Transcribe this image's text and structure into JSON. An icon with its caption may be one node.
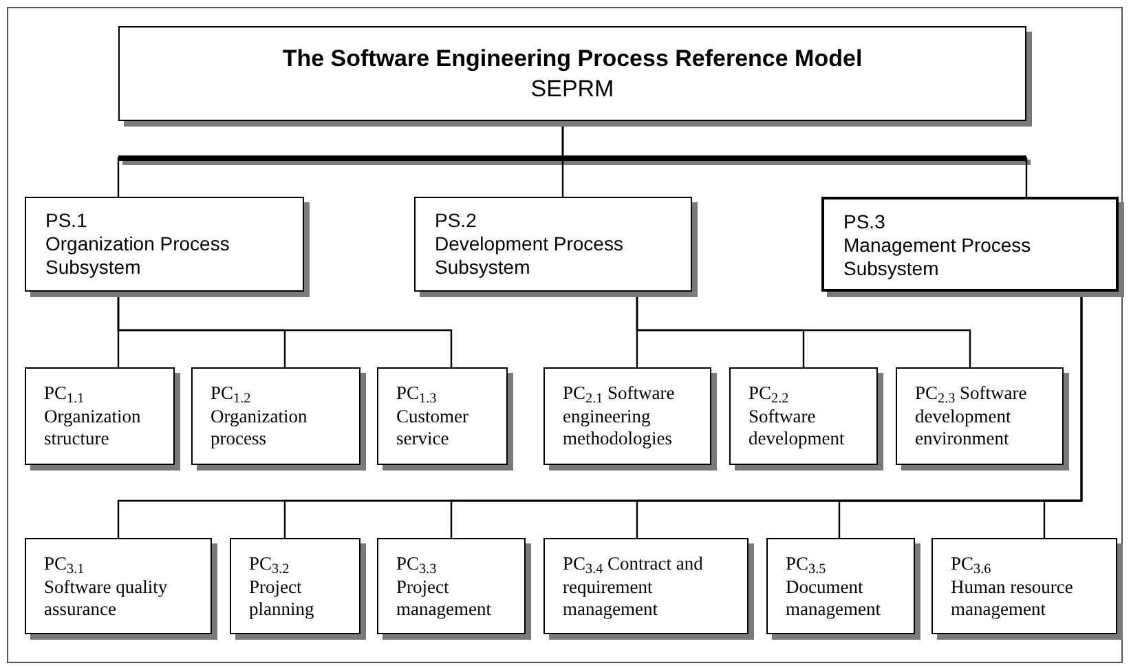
{
  "diagram": {
    "nodes": [
      {
        "text": [
          "The Software Engineering Process Reference Model",
          "SEPRM"
        ]
      },
      {
        "text": [
          "PS.1",
          "Organization Process Subsystem"
        ]
      },
      {
        "text": [
          "PS.2",
          "Development Process Subsystem"
        ]
      },
      {
        "text": [
          "PS.3",
          "Management Process Subsystem"
        ]
      },
      {
        "text": [
          "PC$_{1.1}$",
          "Organization structure"
        ]
      },
      {
        "text": [
          "PC$_{1.2}$",
          "Organization process"
        ]
      },
      {
        "text": [
          "PC$_{1.3}$",
          "Customer service"
        ]
      },
      {
        "text": [
          "PC$_{2.1}$ Software engineering methodologies"
        ]
      },
      {
        "text": [
          "PC$_{2.2}$",
          "Software development"
        ]
      },
      {
        "text": [
          "PC$_{2.3}$ Software development environment"
        ]
      },
      {
        "text": [
          "PC$_{3.1}$",
          "Software quality assurance"
        ]
      },
      {
        "text": [
          "PC$_{3.2}$",
          "Project planning"
        ]
      },
      {
        "text": [
          "PC$_{3.3}$",
          "Project management"
        ]
      },
      {
        "text": [
          "PC$_{3.4}$ Contract and requirement management"
        ]
      },
      {
        "text": [
          "PC$_{3.5}$",
          "Document management"
        ]
      },
      {
        "text": [
          "PC$_{3.6}$",
          "Human resource management"
        ]
      }
    ],
    "edges": [
      {
        "from": 0,
        "to": 1,
        "arrow": "none"
      },
      {
        "from": 0,
        "to": 2,
        "arrow": "none"
      },
      {
        "from": 0,
        "to": 3,
        "arrow": "none"
      },
      {
        "from": 1,
        "to": 4,
        "arrow": "none"
      },
      {
        "from": 1,
        "to": 5,
        "arrow": "none"
      },
      {
        "from": 1,
        "to": 6,
        "arrow": "none"
      },
      {
        "from": 2,
        "to": 7,
        "arrow": "none"
      },
      {
        "from": 2,
        "to": 8,
        "arrow": "none"
      },
      {
        "from": 2,
        "to": 9,
        "arrow": "none"
      },
      {
        "from": 3,
        "to": 10,
        "arrow": "none"
      },
      {
        "from": 3,
        "to": 11,
        "arrow": "none"
      },
      {
        "from": 3,
        "to": 12,
        "arrow": "none"
      },
      {
        "from": 3,
        "to": 13,
        "arrow": "none"
      },
      {
        "from": 3,
        "to": 14,
        "arrow": "none"
      },
      {
        "from": 3,
        "to": 15,
        "arrow": "none"
      }
    ]
  }
}
